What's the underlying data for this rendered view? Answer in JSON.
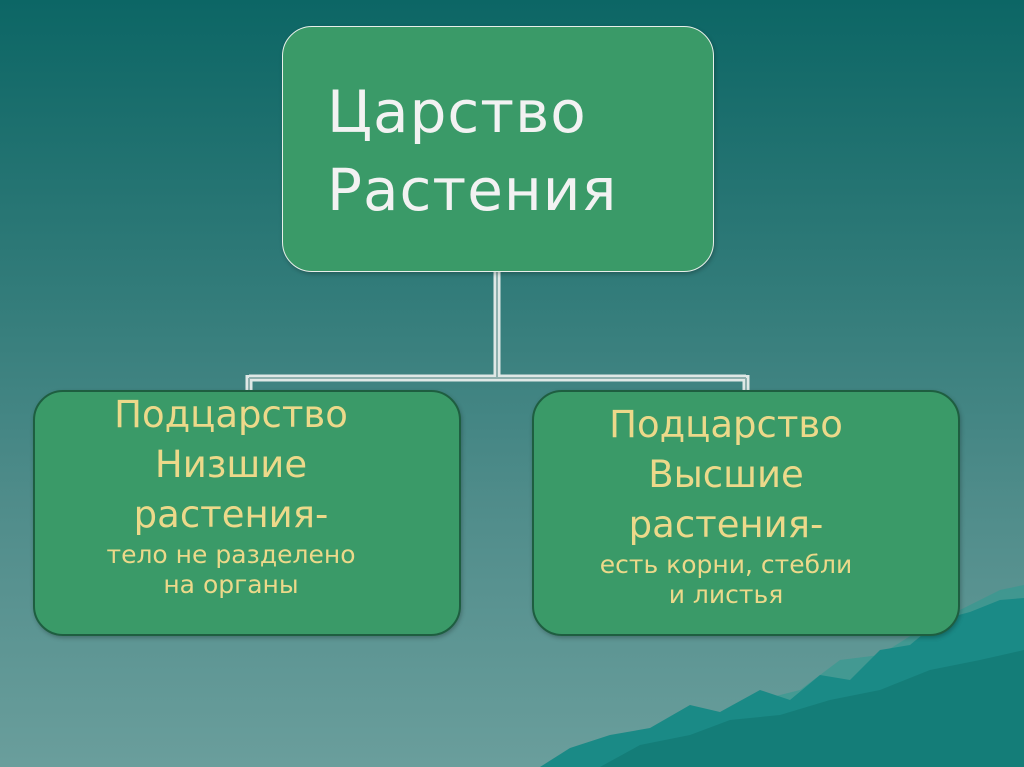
{
  "root": {
    "line1": "Царство",
    "line2": "Растения"
  },
  "children": [
    {
      "line1": "Подцарство",
      "line2": "Низшие",
      "line3": "растения-",
      "detail1": "тело не разделено",
      "detail2": "на органы"
    },
    {
      "line1": "Подцарство",
      "line2": "Высшие",
      "line3": "растения-",
      "detail1": "есть корни, стебли",
      "detail2": "и листья"
    }
  ],
  "colors": {
    "background_top": "#0c6665",
    "background_bottom": "#6a9e9c",
    "box_fill": "#3a9a68",
    "root_text": "#f2f2f2",
    "child_text": "#ecd98a",
    "connector": "#ffffff",
    "mountains": "#1a8a86"
  }
}
